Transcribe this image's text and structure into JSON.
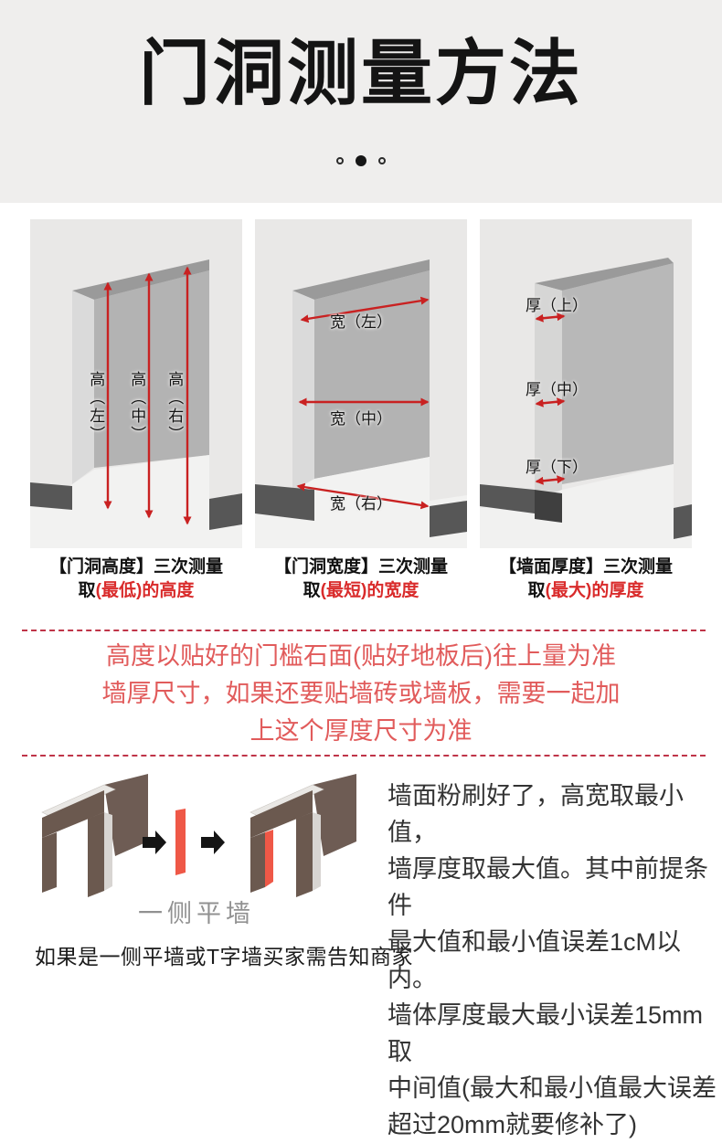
{
  "header": {
    "title": "门洞测量方法"
  },
  "carousel": {
    "dots_count": 3,
    "active_index": 1
  },
  "panels": [
    {
      "name": "door-height",
      "arrow_labels": [
        "高（左）",
        "高（中）",
        "高（右）"
      ],
      "caption_line1": "【门洞高度】三次测量",
      "caption_line2_prefix": "取",
      "caption_line2_red": "(最低)的高度"
    },
    {
      "name": "door-width",
      "arrow_labels": [
        "宽（左）",
        "宽（中）",
        "宽（右）"
      ],
      "caption_line1": "【门洞宽度】三次测量",
      "caption_line2_prefix": "取",
      "caption_line2_red": "(最短)的宽度"
    },
    {
      "name": "wall-thickness",
      "arrow_labels": [
        "厚（上）",
        "厚（中）",
        "厚（下）"
      ],
      "caption_line1": "【墙面厚度】三次测量",
      "caption_line2_prefix": "取",
      "caption_line2_red": "(最大)的厚度"
    }
  ],
  "notice": {
    "line1": "高度以贴好的门槛石面(贴好地板后)往上量为准",
    "line2": "墙厚尺寸，如果还要贴墙砖或墙板，需要一起加",
    "line3": "上这个厚度尺寸为准"
  },
  "bottom": {
    "diagram_caption": "一侧平墙",
    "note": "如果是一侧平墙或T字墙买家需告知商家",
    "paragraph": {
      "line1": "墙面粉刷好了，高宽取最小值，",
      "line2": "墙厚度取最大值。其中前提条件",
      "line3": "最大值和最小值误差1cM以内。",
      "line4": "墙体厚度最大最小误差15mm取",
      "line5": "中间值(最大和最小值最大误差",
      "line6": "超过20mm就要修补了)"
    }
  },
  "colors": {
    "header_bg": "#efeeed",
    "panel_bg": "#e9e8e7",
    "measure_arrow_red": "#c92121",
    "caption_red": "#d92b2b",
    "notice_red": "#e15b5b",
    "divider_red": "#bf3448",
    "baseboard_dark": "#575757",
    "wall_brown": "#6e5c54",
    "bar_red": "#ef5847"
  }
}
